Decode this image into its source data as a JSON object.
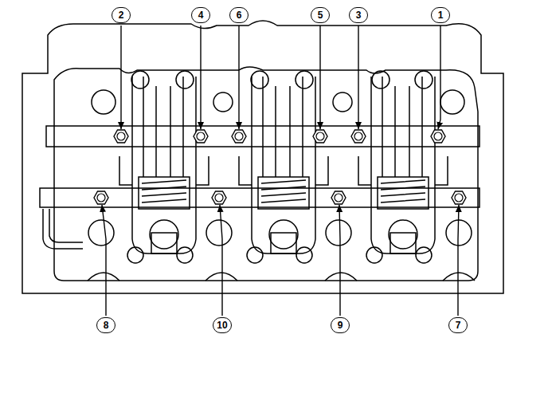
{
  "diagram": {
    "labels": [
      "2",
      "4",
      "6",
      "5",
      "3",
      "1",
      "8",
      "10",
      "9",
      "7"
    ]
  }
}
